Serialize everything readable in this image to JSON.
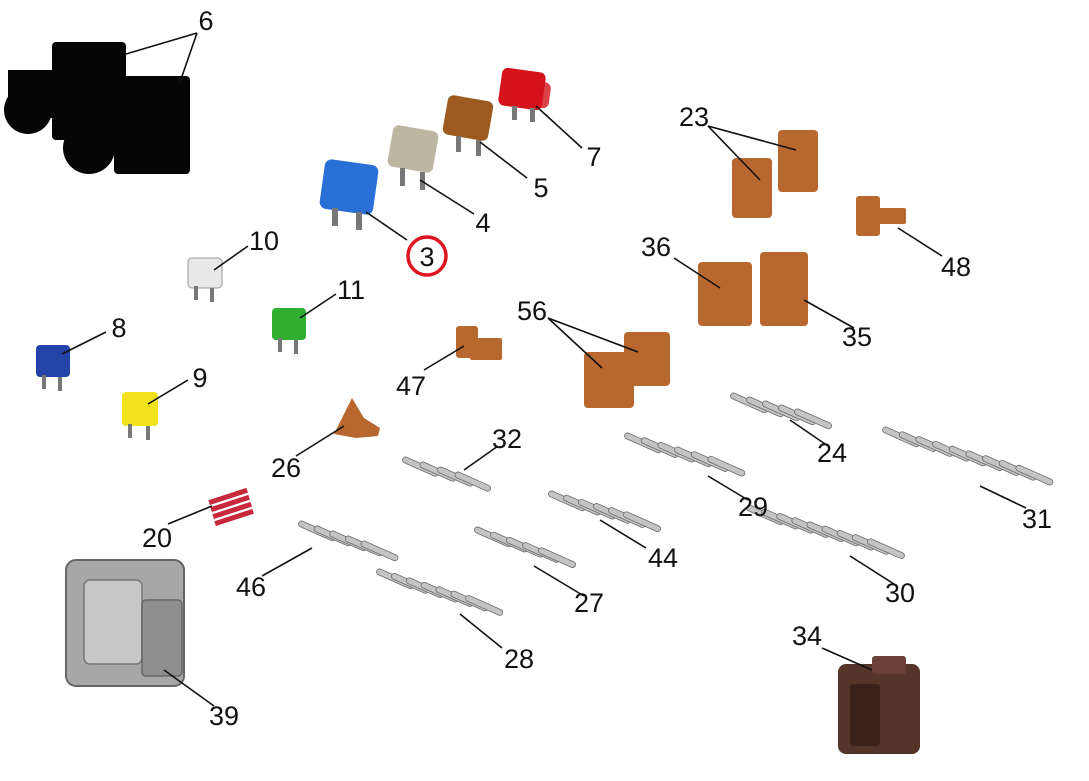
{
  "diagram": {
    "colors": {
      "relay": "#050505",
      "fuse_blue": "#2a6fd6",
      "fuse_tan": "#bdb7a2",
      "fuse_brown": "#9c5a1f",
      "fuse_red": "#d4121a",
      "fuse_white": "#e8e8e8",
      "fuse_green": "#2fae2f",
      "fuse_navy": "#2443a8",
      "fuse_yellow": "#f2e21c",
      "connector_tan": "#b8682e",
      "pin_silver": "#c4c4c4",
      "pin_red": "#c8283c",
      "housing_gray": "#a7a7a7",
      "housing_brown": "#55352a",
      "highlight": "#e0141e"
    },
    "callouts": [
      {
        "id": "6",
        "label": "6"
      },
      {
        "id": "7",
        "label": "7"
      },
      {
        "id": "5",
        "label": "5"
      },
      {
        "id": "4",
        "label": "4"
      },
      {
        "id": "3",
        "label": "3",
        "highlighted": true
      },
      {
        "id": "23",
        "label": "23"
      },
      {
        "id": "48",
        "label": "48"
      },
      {
        "id": "10",
        "label": "10"
      },
      {
        "id": "36",
        "label": "36"
      },
      {
        "id": "35",
        "label": "35"
      },
      {
        "id": "11",
        "label": "11"
      },
      {
        "id": "56",
        "label": "56"
      },
      {
        "id": "8",
        "label": "8"
      },
      {
        "id": "47",
        "label": "47"
      },
      {
        "id": "9",
        "label": "9"
      },
      {
        "id": "24",
        "label": "24"
      },
      {
        "id": "32",
        "label": "32"
      },
      {
        "id": "26",
        "label": "26"
      },
      {
        "id": "29",
        "label": "29"
      },
      {
        "id": "31",
        "label": "31"
      },
      {
        "id": "20",
        "label": "20"
      },
      {
        "id": "44",
        "label": "44"
      },
      {
        "id": "46",
        "label": "46"
      },
      {
        "id": "27",
        "label": "27"
      },
      {
        "id": "30",
        "label": "30"
      },
      {
        "id": "28",
        "label": "28"
      },
      {
        "id": "34",
        "label": "34"
      },
      {
        "id": "39",
        "label": "39"
      }
    ]
  }
}
